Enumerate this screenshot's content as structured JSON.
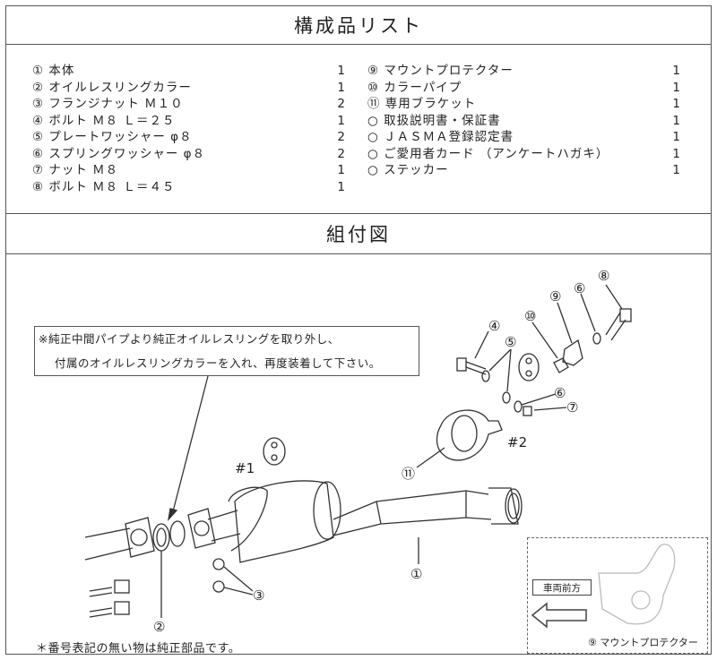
{
  "header_parts": "構成品リスト",
  "header_assembly": "組付図",
  "parts_left": [
    {
      "item": "① 本体",
      "qty": "1"
    },
    {
      "item": "② オイルレスリングカラー",
      "qty": "1"
    },
    {
      "item": "③ フランジナット Ｍ１０",
      "qty": "2"
    },
    {
      "item": "④ ボルト Ｍ８ Ｌ＝２５",
      "qty": "1"
    },
    {
      "item": "⑤ プレートワッシャー φ８",
      "qty": "2"
    },
    {
      "item": "⑥ スプリングワッシャー φ８",
      "qty": "2"
    },
    {
      "item": "⑦ ナット Ｍ８",
      "qty": "1"
    },
    {
      "item": "⑧ ボルト Ｍ８ Ｌ＝４５",
      "qty": "1"
    }
  ],
  "parts_right": [
    {
      "item": "⑨ マウントプロテクター",
      "qty": "1"
    },
    {
      "item": "⑩ カラーパイプ",
      "qty": "1"
    },
    {
      "item": "⑪ 専用ブラケット",
      "qty": "1"
    },
    {
      "item": "○ 取扱説明書・保証書",
      "qty": "1"
    },
    {
      "item": "○ ＪＡＳＭＡ登録認定書",
      "qty": "1"
    },
    {
      "item": "○ ご愛用者カード （アンケートハガキ）",
      "qty": "1"
    },
    {
      "item": "○ ステッカー",
      "qty": "1"
    }
  ],
  "note_line1": "※純正中間パイプより純正オイルレスリングを取り外し、",
  "note_line2": "付属のオイルレスリングカラーを入れ、再度装着して下さい。",
  "footnote": "＊番号表記の無い物は純正部品です。",
  "front_label": "車両前方",
  "inset_caption": "⑨ マウントプロテクター",
  "callouts": {
    "c1": "①",
    "c2": "②",
    "c3": "③",
    "c4": "④",
    "c5": "⑤",
    "c6a": "⑥",
    "c6b": "⑥",
    "c7": "⑦",
    "c8": "⑧",
    "c9": "⑨",
    "c10": "⑩",
    "c11": "⑪",
    "hash1": "#1",
    "hash2": "#2"
  }
}
